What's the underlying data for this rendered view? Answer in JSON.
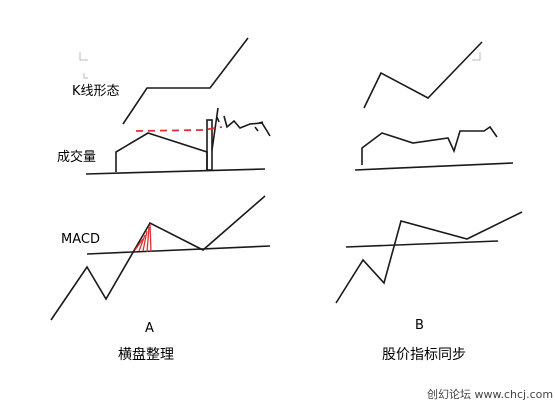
{
  "row_labels": {
    "kline": "K线形态",
    "volume": "成交量",
    "macd": "MACD"
  },
  "panels": [
    {
      "letter": "A",
      "caption": "横盘整理"
    },
    {
      "letter": "B",
      "caption": "股价指标同步"
    }
  ],
  "watermark": "创幻论坛 www.chcj.com",
  "colors": {
    "line": "#1a1a1a",
    "highlight": "#e03030"
  }
}
